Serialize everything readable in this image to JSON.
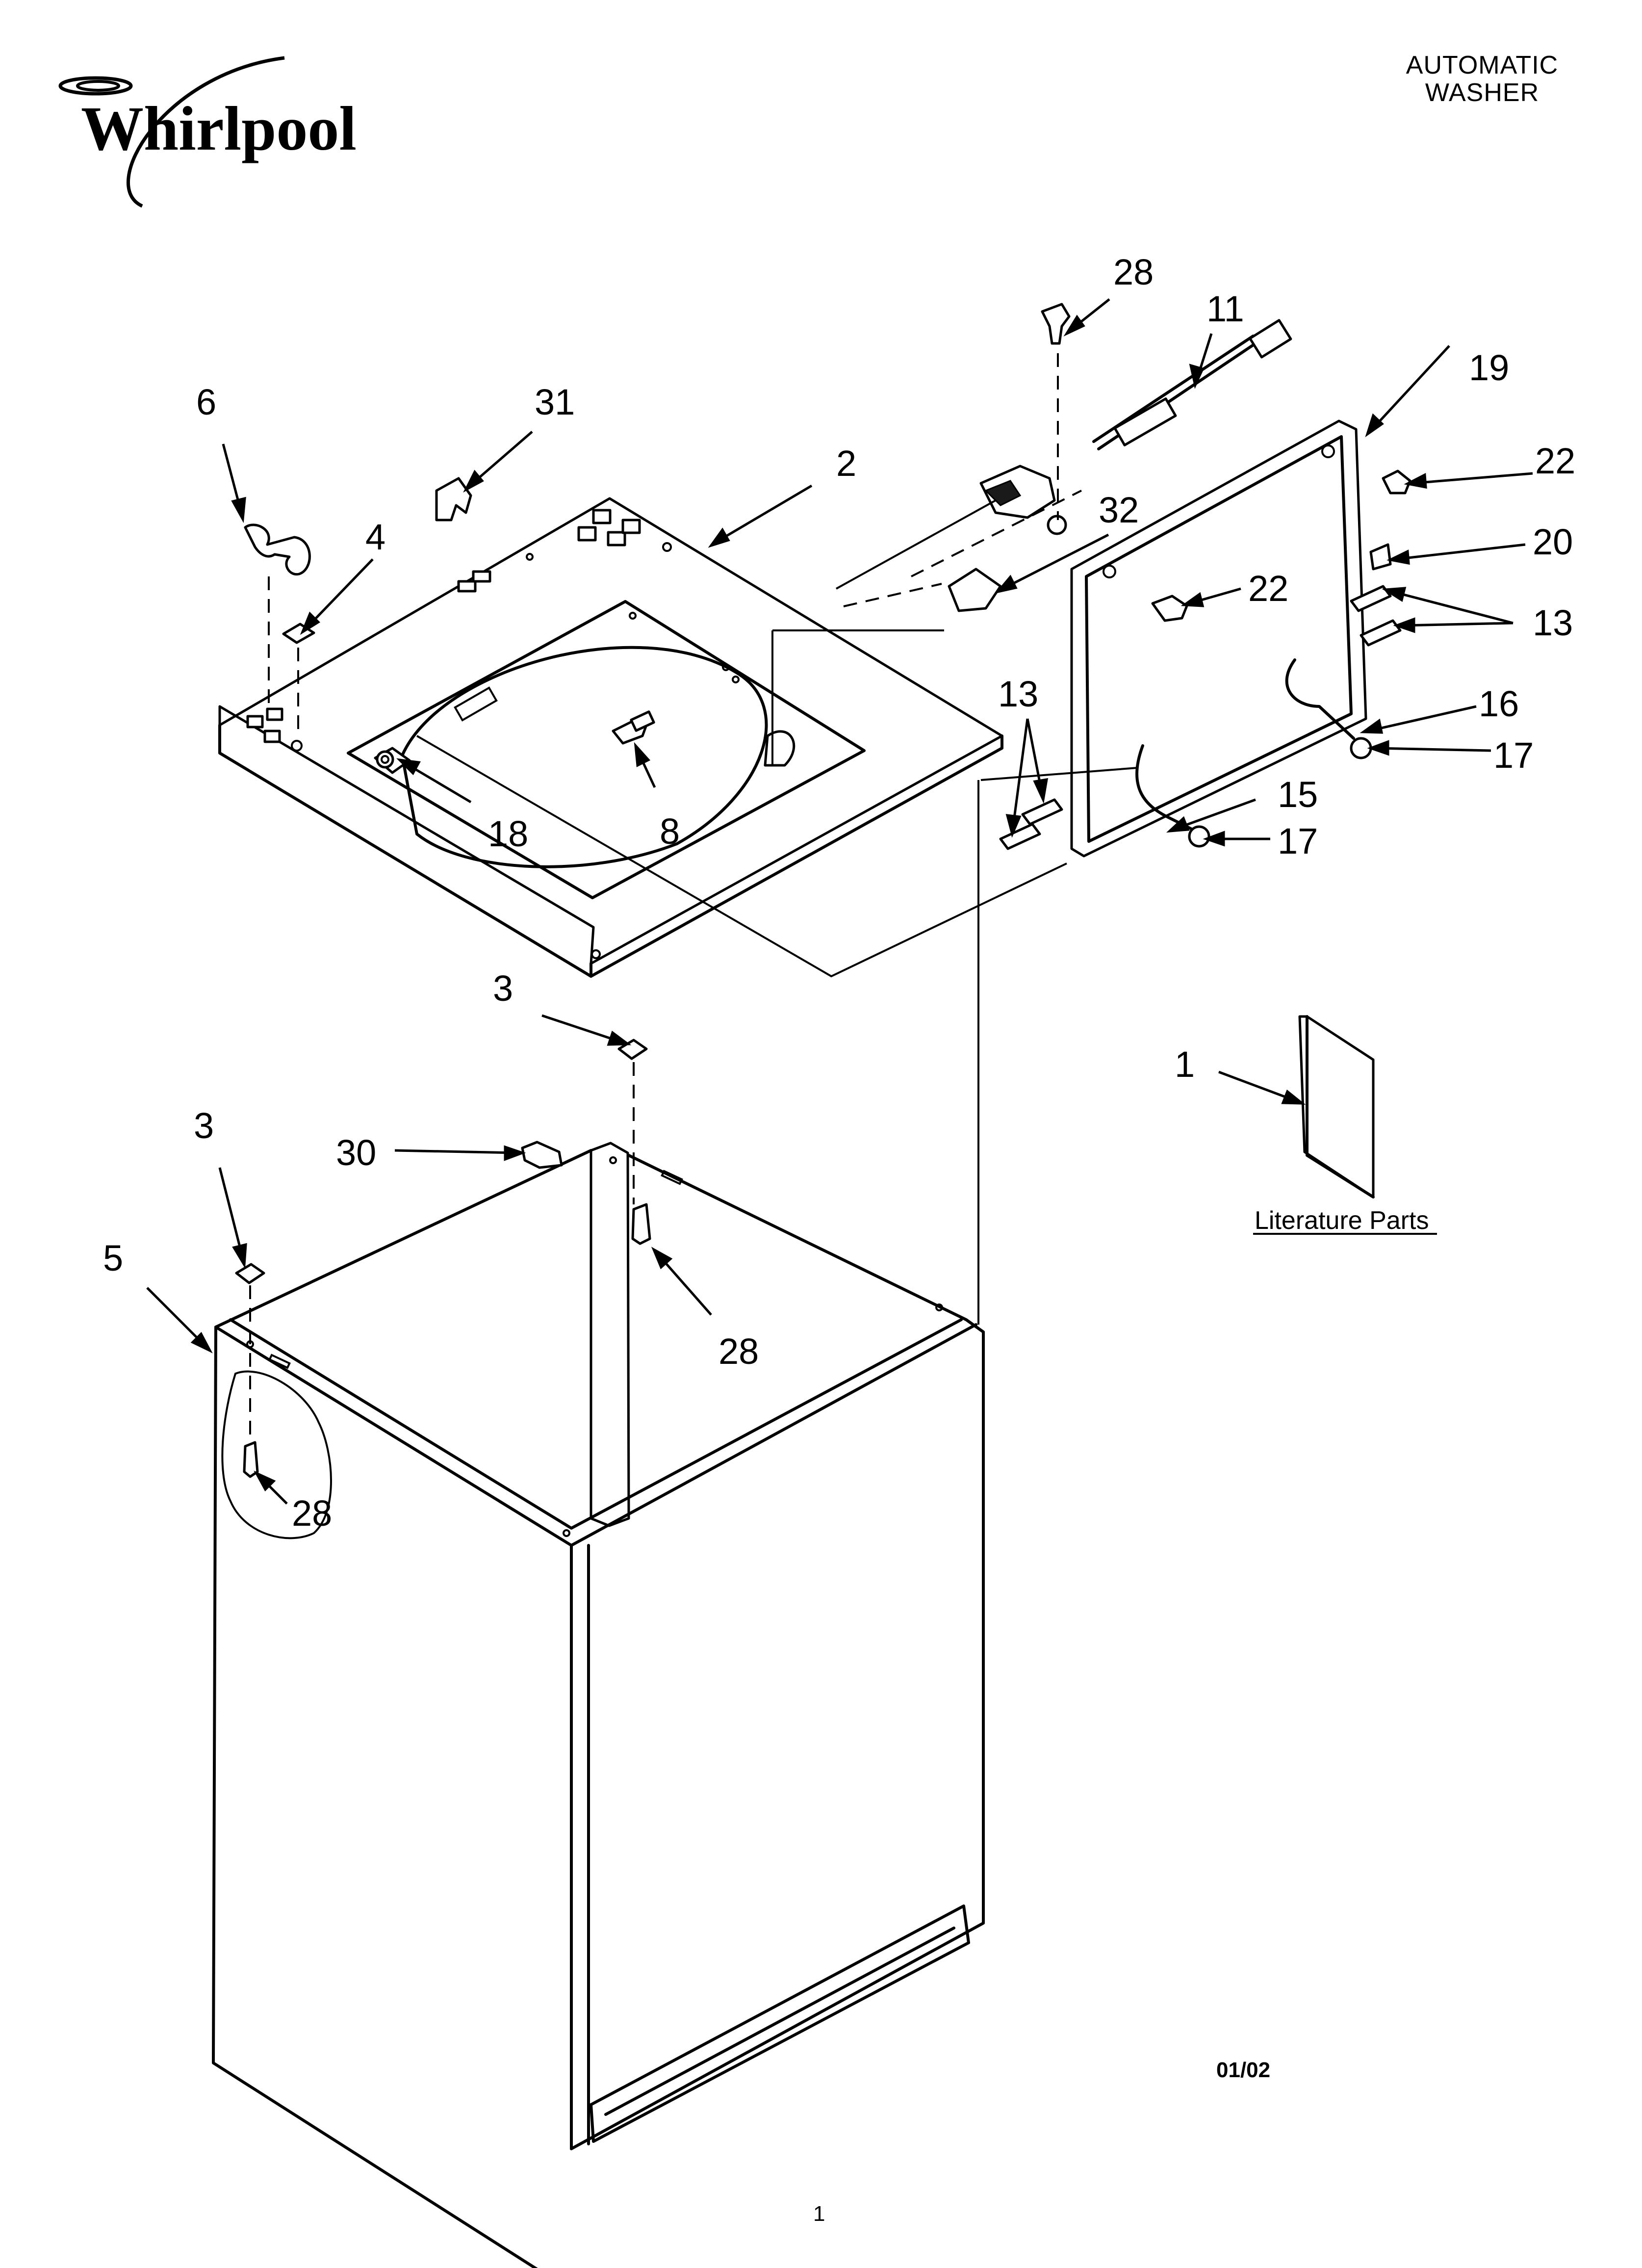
{
  "header": {
    "brand_logo_text": "Whirlpool",
    "title_line1": "AUTOMATIC",
    "title_line2": "WASHER"
  },
  "callouts": {
    "c28a": "28",
    "c11": "11",
    "c19": "19",
    "c6": "6",
    "c31": "31",
    "c2": "2",
    "c22a": "22",
    "c4": "4",
    "c32": "32",
    "c20": "20",
    "c22b": "22",
    "c13a": "13",
    "c13b": "13",
    "c16": "16",
    "c17a": "17",
    "c18": "18",
    "c8": "8",
    "c15": "15",
    "c17b": "17",
    "c3a": "3",
    "c1": "1",
    "c3b": "3",
    "c30": "30",
    "c5": "5",
    "c28b": "28",
    "c28c": "28"
  },
  "literature_label": "Literature Parts",
  "footer": {
    "date_code": "01/02",
    "page_number": "1"
  }
}
